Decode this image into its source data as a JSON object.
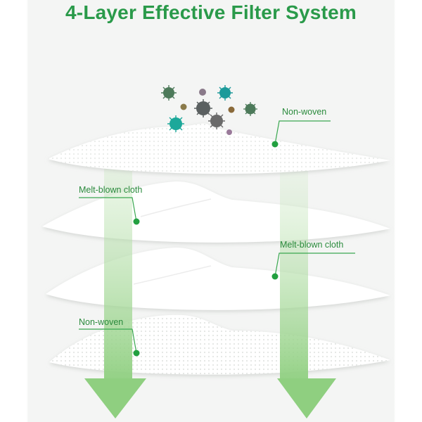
{
  "title": "4-Layer Effective Filter System",
  "colors": {
    "title": "#2a9a4a",
    "accent": "#22a040",
    "label": "#2a8a3c",
    "arrow": "#8fcf80",
    "layer": "#ffffff"
  },
  "layers": [
    {
      "label": "Non-woven"
    },
    {
      "label": "Melt-blown cloth"
    },
    {
      "label": "Melt-blown cloth"
    },
    {
      "label": "Non-woven"
    }
  ],
  "icons": [
    "virus-particle-icon",
    "down-arrow-icon",
    "leader-dot-icon"
  ]
}
